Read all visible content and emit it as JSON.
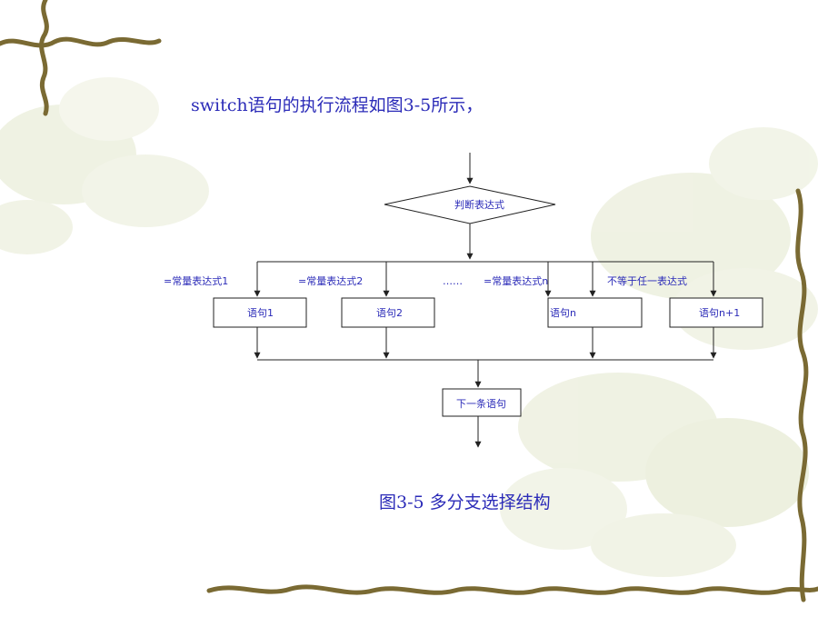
{
  "slide": {
    "heading": "switch语句的执行流程如图3-5所示，",
    "caption": "图3-5  多分支选择结构"
  },
  "flowchart": {
    "decision": "判断表达式",
    "branch_labels": [
      "=常量表达式1",
      "=常量表达式2",
      "……",
      "=常量表达式n",
      "不等于任一表达式"
    ],
    "statements": [
      "语句1",
      "语句2",
      "语句n",
      "语句n+1"
    ],
    "next": "下一条语句"
  },
  "colors": {
    "text": "#2b2bb8",
    "line": "#222222",
    "vine": "#6b5a2a",
    "flower": "#dde3c4"
  }
}
